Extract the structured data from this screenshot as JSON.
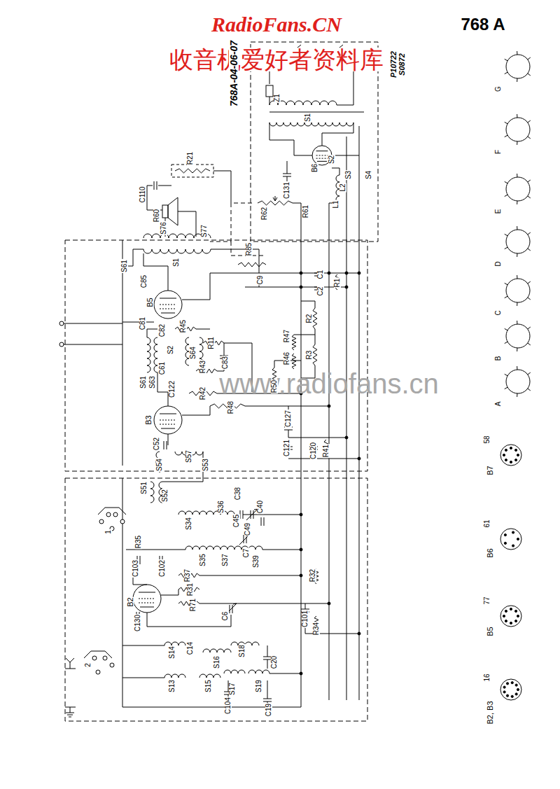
{
  "diagram": {
    "title": "768 A",
    "labels": [
      "RadioFans.CN",
      "收音机爱好者资料库",
      "www.radiofans.cn",
      "768A-04-06-07",
      "P10722",
      "S0872",
      "Z1",
      "S1",
      "B6",
      "S2",
      "S3",
      "S4",
      "C131",
      "R61",
      "R62",
      "L2",
      "L1",
      "C110",
      "R21",
      "R60",
      "S76",
      "S77",
      "S1",
      "S61",
      "R85",
      "C9",
      "C1",
      "C2",
      "R1",
      "R2",
      "R3",
      "R47",
      "R46",
      "B5",
      "C85",
      "C81",
      "C82",
      "R45",
      "R11",
      "S2",
      "S61",
      "S63",
      "S64",
      "R43",
      "C83",
      "C61",
      "C122",
      "R42",
      "R50",
      "R48",
      "B3",
      "C127",
      "C52",
      "S54",
      "S57",
      "S53",
      "C121",
      "C120",
      "R41",
      "S51",
      "S52",
      "S34",
      "S36",
      "C45",
      "C38",
      "C40",
      "C49",
      "1",
      "R35",
      "S35",
      "S37",
      "S39",
      "C7",
      "C103",
      "C102",
      "R37",
      "R32",
      "R31",
      "B2",
      "R71",
      "C130",
      "C101",
      "R34",
      "C6",
      "2",
      "S14",
      "C14",
      "S16",
      "S18",
      "C20",
      "S13",
      "S15",
      "S17",
      "S19",
      "C104",
      "C19",
      "G",
      "F",
      "E",
      "D",
      "C",
      "B",
      "A",
      "58",
      "B7",
      "61",
      "B6",
      "77",
      "B5",
      "16",
      "B2, B3"
    ]
  }
}
